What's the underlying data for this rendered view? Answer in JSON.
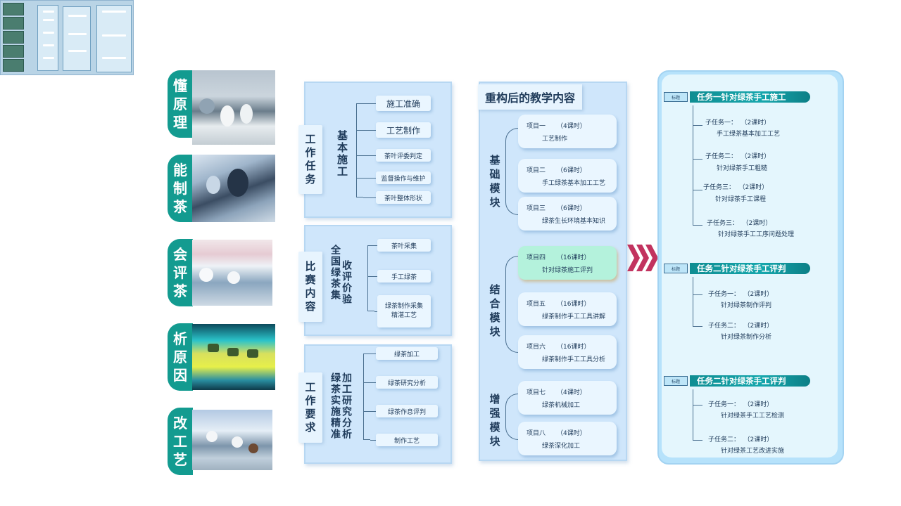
{
  "left_labels": [
    {
      "chars": [
        "懂",
        "原",
        "理"
      ]
    },
    {
      "chars": [
        "能",
        "制",
        "茶"
      ]
    },
    {
      "chars": [
        "会",
        "评",
        "茶"
      ]
    },
    {
      "chars": [
        "析",
        "原",
        "因"
      ]
    },
    {
      "chars": [
        "改",
        "工",
        "艺"
      ]
    }
  ],
  "panels": [
    {
      "label_chars": [
        "工",
        "作",
        "任",
        "务"
      ],
      "branch": "基本施工",
      "items": [
        "施工准确",
        "工艺制作",
        "茶叶评委判定",
        "监督操作与维护",
        "茶叶整体形状"
      ]
    },
    {
      "label_chars": [
        "比",
        "赛",
        "内",
        "容"
      ],
      "branch_col1": "全国绿茶集",
      "branch_col2": "收评价验",
      "items": [
        "茶叶采集",
        "手工绿茶",
        "绿茶制作采集",
        "精湛工艺"
      ]
    },
    {
      "label_chars": [
        "工",
        "作",
        "要",
        "求"
      ],
      "branch_col1": "绿茶实施精准",
      "branch_col2": "加工研究分析",
      "items": [
        "绿茶加工",
        "绿茶研究分析",
        "绿茶作息评判",
        "制作工艺"
      ]
    }
  ],
  "center": {
    "title": "重构后的教学内容",
    "modules": [
      {
        "chars": [
          "基",
          "础",
          "模",
          "块"
        ]
      },
      {
        "chars": [
          "结",
          "合",
          "模",
          "块"
        ]
      },
      {
        "chars": [
          "增",
          "强",
          "模",
          "块"
        ]
      }
    ],
    "projects": [
      {
        "name": "项目一",
        "hours": "（4课时）",
        "desc": "工艺制作",
        "highlight": false
      },
      {
        "name": "项目二",
        "hours": "（6课时）",
        "desc": "手工绿茶基本加工工艺",
        "highlight": false
      },
      {
        "name": "项目三",
        "hours": "（6课时）",
        "desc": "绿茶生长环境基本知识",
        "highlight": false
      },
      {
        "name": "项目四",
        "hours": "（16课时）",
        "desc": "针对绿茶施工评判",
        "highlight": true
      },
      {
        "name": "项目五",
        "hours": "（16课时）",
        "desc": "绿茶制作手工工具讲解",
        "highlight": false
      },
      {
        "name": "项目六",
        "hours": "（16课时）",
        "desc": "绿茶制作手工工具分析",
        "highlight": false
      },
      {
        "name": "项目七",
        "hours": "（4课时）",
        "desc": "绿茶机械加工",
        "highlight": false
      },
      {
        "name": "项目八",
        "hours": "（4课时）",
        "desc": "绿茶深化加工",
        "highlight": false
      }
    ]
  },
  "tasks": [
    {
      "tag": "标题",
      "title": "任务一针对绿茶手工施工",
      "subs": [
        {
          "name": "子任务一：",
          "hours": "（2课时）",
          "desc": "手工绿茶基本加工工艺"
        },
        {
          "name": "子任务二：",
          "hours": "（2课时）",
          "desc": "针对绿茶手工粗糙"
        },
        {
          "name": "子任务三：",
          "hours": "（2课时）",
          "desc": "针对绿茶手工课程"
        },
        {
          "name": "子任务三：",
          "hours": "（2课时）",
          "desc": "针对绿茶手工工序问题处理"
        }
      ]
    },
    {
      "tag": "标题",
      "title": "任务二针对绿茶手工评判",
      "subs": [
        {
          "name": "子任务一：",
          "hours": "（2课时）",
          "desc": "针对绿茶制作评判"
        },
        {
          "name": "子任务二：",
          "hours": "（2课时）",
          "desc": "针对绿茶制作分析"
        }
      ]
    },
    {
      "tag": "标题",
      "title": "任务二针对绿茶手工评判",
      "subs": [
        {
          "name": "子任务一：",
          "hours": "（2课时）",
          "desc": "针对绿茶手工工艺检测"
        },
        {
          "name": "子任务二：",
          "hours": "（2课时）",
          "desc": "针对绿茶工艺改进实施"
        }
      ]
    }
  ],
  "colors": {
    "teal": "#139b90",
    "panel_blue": "#cfe6fb",
    "item_bg": "#eaf6ff",
    "highlight_green": "#b4f2dc",
    "chevron": "#c2335f",
    "task_head": "#16a7ad"
  }
}
